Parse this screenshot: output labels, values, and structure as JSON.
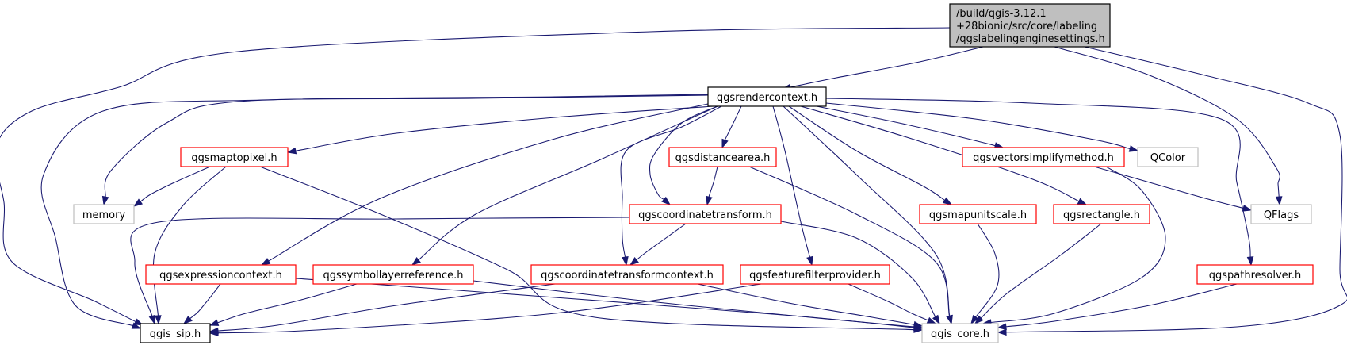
{
  "colors": {
    "edge": "#191970",
    "root_fill": "#bfbfbf",
    "root_stroke": "#000000",
    "normal_stroke": "#000000",
    "red_stroke": "#ff0000",
    "gray_stroke": "#bfbfbf"
  },
  "nodes": {
    "root": {
      "lines": [
        "/build/qgis-3.12.1",
        "+28bionic/src/core/labeling",
        "/qgslabelingenginesettings.h"
      ],
      "style": "root"
    },
    "rendercontext": {
      "label": "qgsrendercontext.h",
      "style": "normal"
    },
    "qgis_sip": {
      "label": "qgis_sip.h",
      "style": "normal"
    },
    "qgis_core": {
      "label": "qgis_core.h",
      "style": "gray"
    },
    "qflags": {
      "label": "QFlags",
      "style": "gray"
    },
    "qcolor": {
      "label": "QColor",
      "style": "gray"
    },
    "memory": {
      "label": "memory",
      "style": "gray"
    },
    "maptopixel": {
      "label": "qgsmaptopixel.h",
      "style": "red"
    },
    "distancearea": {
      "label": "qgsdistancearea.h",
      "style": "red"
    },
    "vectorsimplify": {
      "label": "qgsvectorsimplifymethod.h",
      "style": "red"
    },
    "coordtransform": {
      "label": "qgscoordinatetransform.h",
      "style": "red"
    },
    "mapunitscale": {
      "label": "qgsmapunitscale.h",
      "style": "red"
    },
    "rectangle": {
      "label": "qgsrectangle.h",
      "style": "red"
    },
    "expressioncontext": {
      "label": "qgsexpressioncontext.h",
      "style": "red"
    },
    "symbollayerref": {
      "label": "qgssymbollayerreference.h",
      "style": "red"
    },
    "coordtransformcontext": {
      "label": "qgscoordinatetransformcontext.h",
      "style": "red"
    },
    "featurefilter": {
      "label": "qgsfeaturefilterprovider.h",
      "style": "red"
    },
    "pathresolver": {
      "label": "qgspathresolver.h",
      "style": "red"
    }
  },
  "edges": [
    [
      "root",
      "rendercontext"
    ],
    [
      "root",
      "qgis_sip"
    ],
    [
      "root",
      "qflags"
    ],
    [
      "root",
      "qgis_core"
    ],
    [
      "rendercontext",
      "qgis_sip"
    ],
    [
      "rendercontext",
      "memory"
    ],
    [
      "rendercontext",
      "maptopixel"
    ],
    [
      "rendercontext",
      "distancearea"
    ],
    [
      "rendercontext",
      "coordtransform"
    ],
    [
      "rendercontext",
      "coordtransformcontext"
    ],
    [
      "rendercontext",
      "featurefilter"
    ],
    [
      "rendercontext",
      "qgis_core"
    ],
    [
      "rendercontext",
      "mapunitscale"
    ],
    [
      "rendercontext",
      "rectangle"
    ],
    [
      "rendercontext",
      "vectorsimplify"
    ],
    [
      "rendercontext",
      "qcolor"
    ],
    [
      "rendercontext",
      "pathresolver"
    ],
    [
      "rendercontext",
      "expressioncontext"
    ],
    [
      "rendercontext",
      "symbollayerref"
    ],
    [
      "maptopixel",
      "memory"
    ],
    [
      "maptopixel",
      "qgis_sip"
    ],
    [
      "maptopixel",
      "qgis_core"
    ],
    [
      "distancearea",
      "coordtransform"
    ],
    [
      "distancearea",
      "qgis_core"
    ],
    [
      "coordtransform",
      "qgis_sip"
    ],
    [
      "coordtransform",
      "coordtransformcontext"
    ],
    [
      "coordtransform",
      "qgis_core"
    ],
    [
      "vectorsimplify",
      "qflags"
    ],
    [
      "vectorsimplify",
      "qgis_core"
    ],
    [
      "mapunitscale",
      "qgis_core"
    ],
    [
      "rectangle",
      "qgis_core"
    ],
    [
      "expressioncontext",
      "qgis_sip"
    ],
    [
      "expressioncontext",
      "qgis_core"
    ],
    [
      "symbollayerref",
      "qgis_sip"
    ],
    [
      "symbollayerref",
      "qgis_core"
    ],
    [
      "coordtransformcontext",
      "qgis_sip"
    ],
    [
      "coordtransformcontext",
      "qgis_core"
    ],
    [
      "featurefilter",
      "qgis_sip"
    ],
    [
      "featurefilter",
      "qgis_core"
    ],
    [
      "pathresolver",
      "qgis_core"
    ]
  ]
}
